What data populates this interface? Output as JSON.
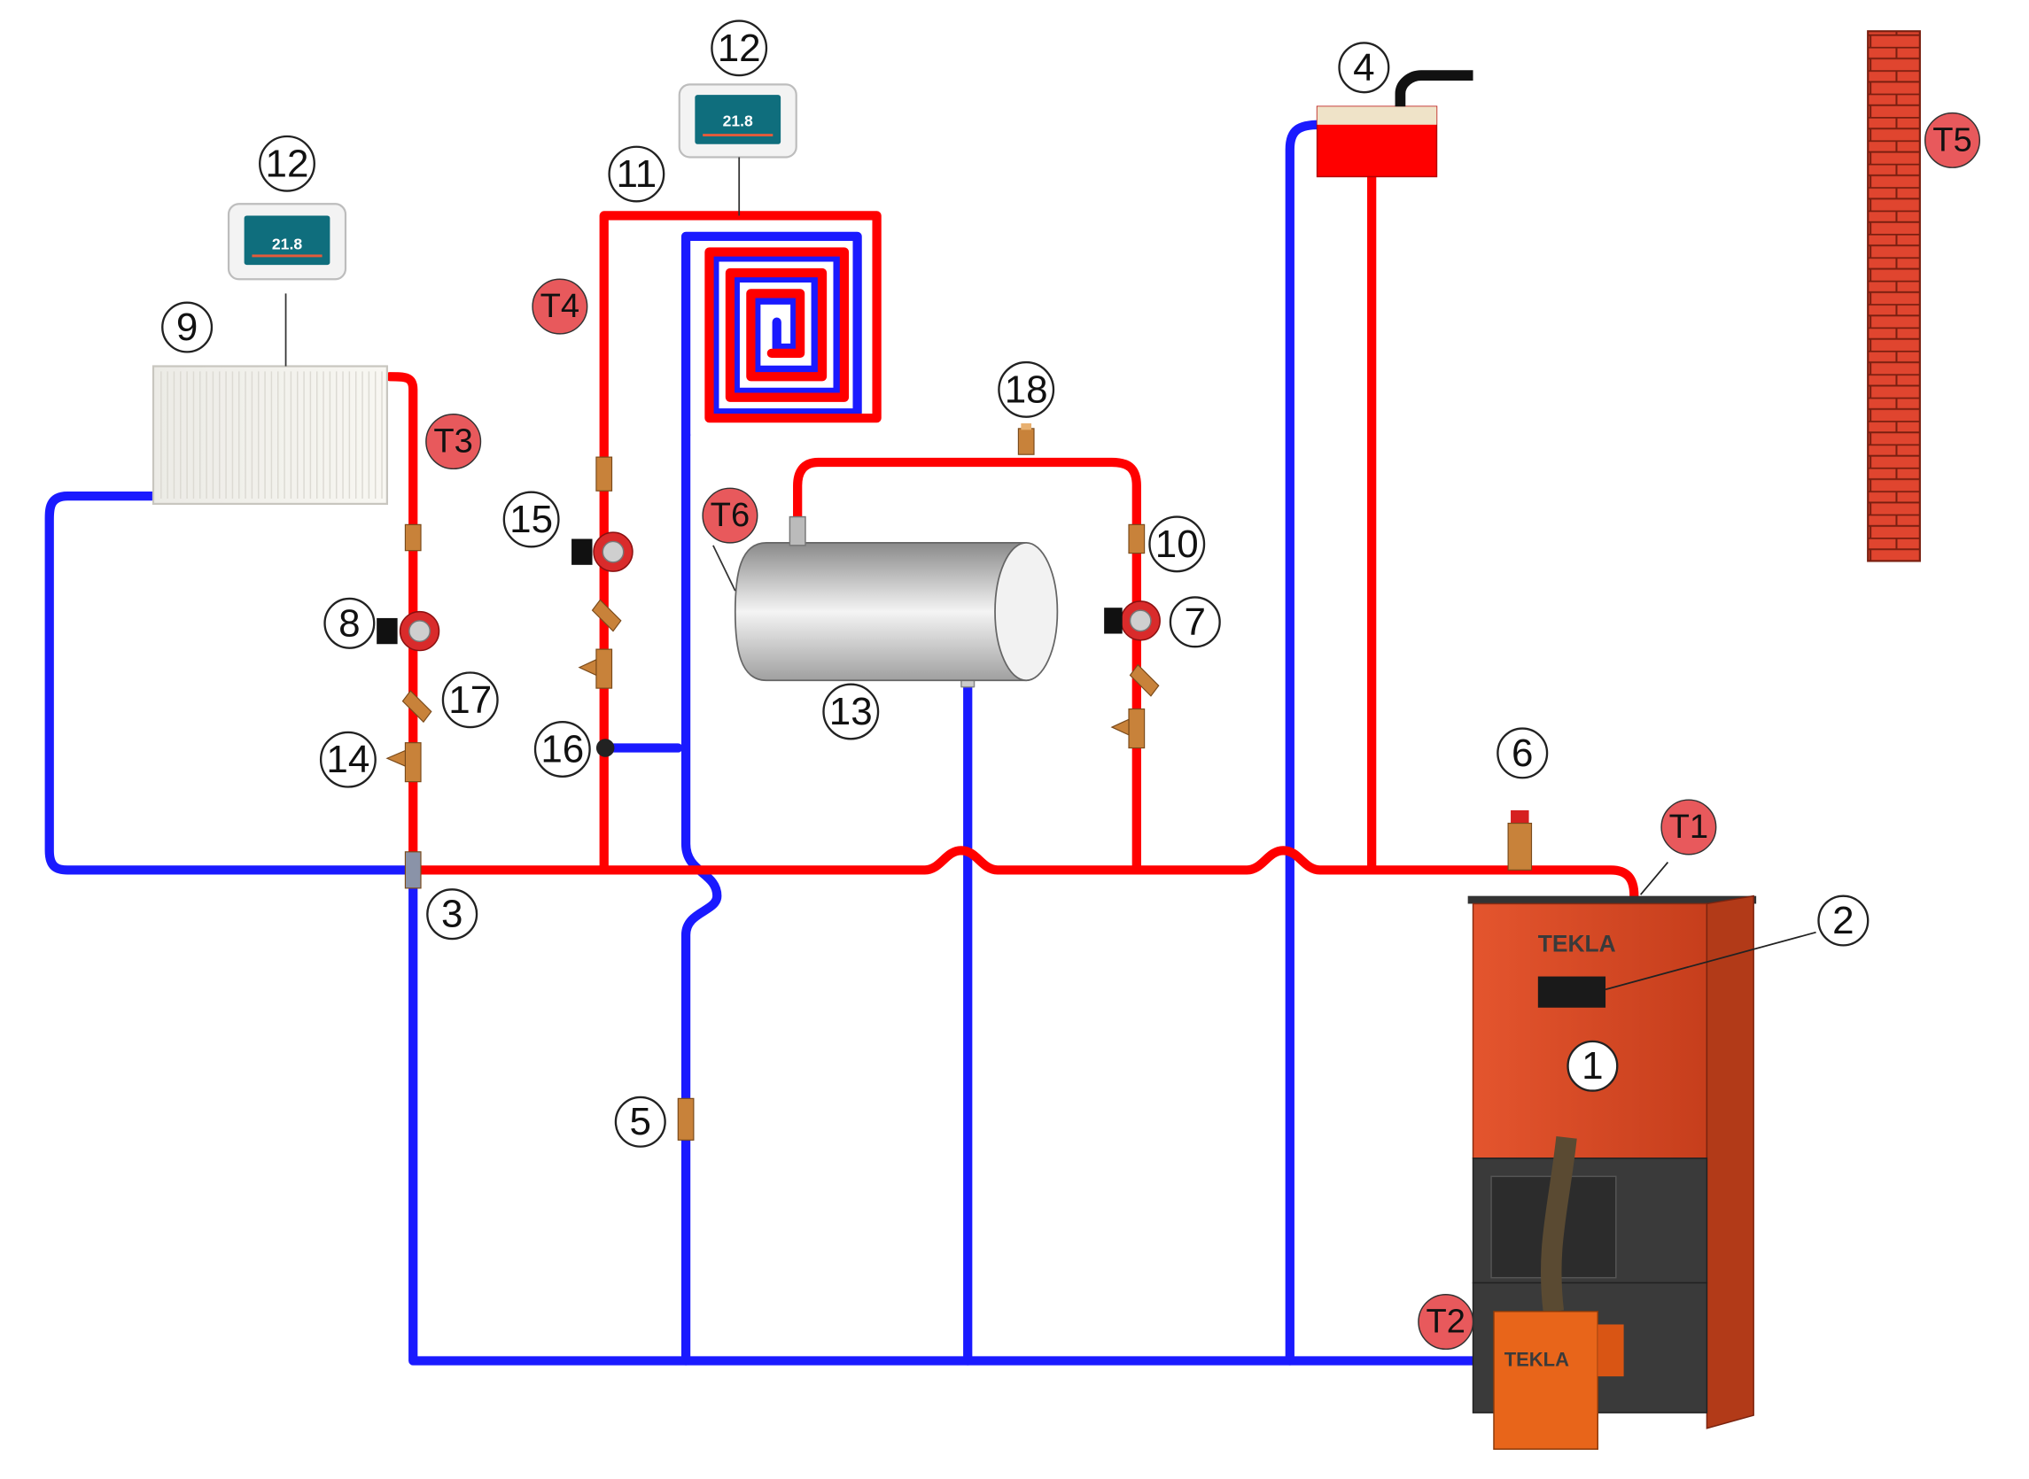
{
  "labels": {
    "n1": "1",
    "n2": "2",
    "n3": "3",
    "n4": "4",
    "n5": "5",
    "n6": "6",
    "n7": "7",
    "n8": "8",
    "n9": "9",
    "n10": "10",
    "n11": "11",
    "n12a": "12",
    "n12b": "12",
    "n13": "13",
    "n14": "14",
    "n15": "15",
    "n16": "16",
    "n17": "17",
    "n18": "18"
  },
  "sensors": {
    "t1": "T1",
    "t2": "T2",
    "t3": "T3",
    "t4": "T4",
    "t5": "T5",
    "t6": "T6"
  },
  "brand": {
    "top": "TEKLA",
    "burner": "TEKLA"
  },
  "thermostat": {
    "reading_a": "21.8",
    "reading_b": "21.8"
  },
  "colors": {
    "hot_pipe": "#ff0000",
    "cold_pipe": "#1a1aff",
    "boiler_body": "#e4552e",
    "boiler_door": "#3a3a3a",
    "brick": "#e0452f",
    "expansion_tank": "#ff0000",
    "fitting": "#c8823a"
  },
  "icons": [
    "radiator-icon",
    "thermostat-icon",
    "pump-icon",
    "valve-icon",
    "filter-icon",
    "air-vent-icon",
    "boiler-icon",
    "tank-icon",
    "brick-wall-icon"
  ]
}
